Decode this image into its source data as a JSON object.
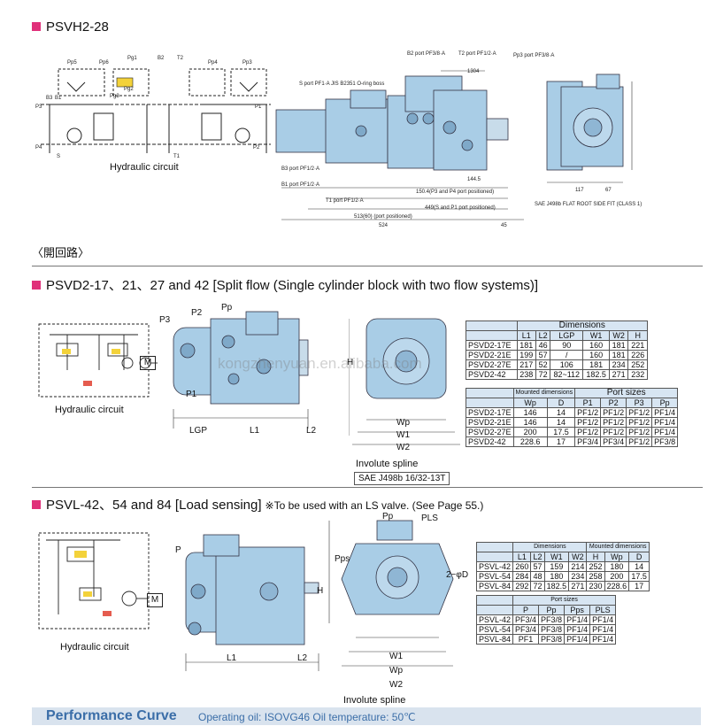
{
  "sections": {
    "psvh": {
      "title": "PSVH2-28",
      "hydraulic_caption": "Hydraulic circuit"
    },
    "psvd": {
      "title": "PSVD2-17、21、27 and 42 [Split flow (Single cylinder block with two flow systems)]",
      "hydraulic_caption": "Hydraulic circuit",
      "spline_title": "Involute spline",
      "spline_spec": "SAE J498b 16/32-13T"
    },
    "psvl": {
      "title": "PSVL-42、54 and 84 [Load sensing]",
      "note": "※To be used with an LS valve. (See Page 55.)",
      "hydraulic_caption": "Hydraulic circuit",
      "spline_title": "Involute spline"
    }
  },
  "circuit_label": "〈開回路〉",
  "psvh_circuit_labels": [
    "Pp5",
    "Pp6",
    "Pg1",
    "B2",
    "T2",
    "Pp4",
    "Pp3",
    "B3",
    "B1",
    "Pg3",
    "Pg2",
    "P3",
    "P1",
    "P4",
    "P2",
    "S",
    "T1"
  ],
  "psvh_drawing_notes": [
    "S port PF1·A JIS B2351 O-ring boss",
    "B2 port PF3/8·A",
    "T2 port PF1/2·A",
    "Pp3 port PF3/8·A",
    "B3 port PF1/2·A",
    "B1 port PF1/2·A",
    "T1 port PF1/2·A"
  ],
  "psvh_dims": [
    "1304",
    "524",
    "45",
    "513(60) (port positioned)",
    "449(S and P1 port positioned)",
    "117",
    "67",
    "144.5",
    "150.4(P3 and P4 port positioned)",
    "SAE J498b FLAT ROOT SIDE FIT (CLASS 1)"
  ],
  "psvd_draw_labels": {
    "p3": "P3",
    "p2": "P2",
    "pp": "Pp",
    "p1": "P1",
    "lgp": "LGP",
    "l1": "L1",
    "l2": "L2",
    "h": "H",
    "wp": "Wp",
    "w1": "W1",
    "w2": "W2",
    "m": "M"
  },
  "psvl_draw_labels": {
    "pp": "Pp",
    "pls": "PLS",
    "p": "P",
    "pps": "Pps",
    "h": "H",
    "d": "2−φD",
    "l1": "L1",
    "l2": "L2",
    "w1": "W1",
    "wp": "Wp",
    "w2": "W2",
    "m": "M"
  },
  "psvd_dimensions": {
    "title": "Dimensions",
    "headers": [
      "L1",
      "L2",
      "LGP",
      "W1",
      "W2",
      "H"
    ],
    "rows": [
      [
        "PSVD2-17E",
        "181",
        "46",
        "90",
        "160",
        "181",
        "221"
      ],
      [
        "PSVD2-21E",
        "199",
        "57",
        "/",
        "160",
        "181",
        "226"
      ],
      [
        "PSVD2-27E",
        "217",
        "52",
        "106",
        "181",
        "234",
        "252"
      ],
      [
        "PSVD2-42",
        "238",
        "72",
        "82~112",
        "182.5",
        "271",
        "232"
      ]
    ]
  },
  "psvd_ports": {
    "mounted_title": "Mounted dimensions",
    "title": "Port sizes",
    "headers": [
      "Wp",
      "D",
      "P1",
      "P2",
      "P3",
      "Pp"
    ],
    "rows": [
      [
        "PSVD2-17E",
        "146",
        "14",
        "PF1/2",
        "PF1/2",
        "PF1/2",
        "PF1/4"
      ],
      [
        "PSVD2-21E",
        "146",
        "14",
        "PF1/2",
        "PF1/2",
        "PF1/2",
        "PF1/4"
      ],
      [
        "PSVD2-27E",
        "200",
        "17.5",
        "PF1/2",
        "PF1/2",
        "PF1/2",
        "PF1/4"
      ],
      [
        "PSVD2-42",
        "228.6",
        "17",
        "PF3/4",
        "PF3/4",
        "PF1/2",
        "PF3/8"
      ]
    ]
  },
  "psvl_dimensions": {
    "title": "Dimensions",
    "mounted_title": "Mounted dimensions",
    "headers": [
      "L1",
      "L2",
      "W1",
      "W2",
      "H",
      "Wp",
      "D"
    ],
    "rows": [
      [
        "PSVL-42",
        "260",
        "57",
        "159",
        "214",
        "252",
        "180",
        "14"
      ],
      [
        "PSVL-54",
        "284",
        "48",
        "180",
        "234",
        "258",
        "200",
        "17.5"
      ],
      [
        "PSVL-84",
        "292",
        "72",
        "182.5",
        "271",
        "230",
        "228.6",
        "17"
      ]
    ]
  },
  "psvl_ports": {
    "title": "Port sizes",
    "headers": [
      "P",
      "Pp",
      "Pps",
      "PLS"
    ],
    "rows": [
      [
        "PSVL-42",
        "PF3/4",
        "PF3/8",
        "PF1/4",
        "PF1/4"
      ],
      [
        "PSVL-54",
        "PF3/4",
        "PF3/8",
        "PF1/4",
        "PF1/4"
      ],
      [
        "PSVL-84",
        "PF1",
        "PF3/8",
        "PF1/4",
        "PF1/4"
      ]
    ]
  },
  "performance": {
    "title": "Performance Curve",
    "subtitle": "Operating oil: ISOVG46  Oil temperature: 50℃"
  },
  "watermark": "kongzhenyuan.en.alibaba.com",
  "colors": {
    "accent": "#e0307a",
    "pump_blue": "#a9cde6",
    "header_blue": "#d7e5f2",
    "perf_text": "#3b6ea8"
  }
}
